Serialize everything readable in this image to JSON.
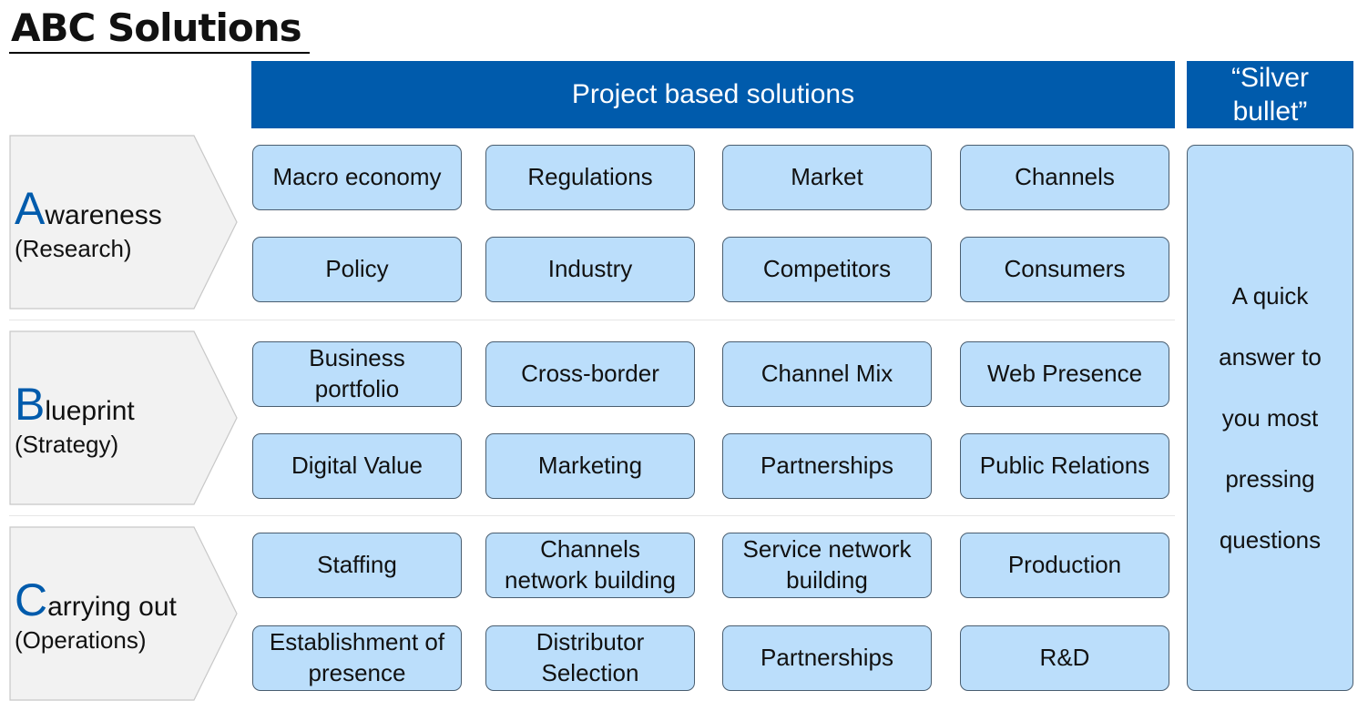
{
  "title": "ABC Solutions",
  "banner": {
    "project": "Project based solutions",
    "silver": "“Silver\nbullet”"
  },
  "stages": [
    {
      "letter": "A",
      "rest": "wareness",
      "sub": "(Research)"
    },
    {
      "letter": "B",
      "rest": "lueprint",
      "sub": "(Strategy)"
    },
    {
      "letter": "C",
      "rest": "arrying out",
      "sub": "(Operations)"
    }
  ],
  "grid": [
    [
      "Macro economy",
      "Regulations",
      "Market",
      "Channels"
    ],
    [
      "Policy",
      "Industry",
      "Competitors",
      "Consumers"
    ],
    [
      "Business\nportfolio",
      "Cross-border",
      "Channel Mix",
      "Web Presence"
    ],
    [
      "Digital Value",
      "Marketing",
      "Partnerships",
      "Public Relations"
    ],
    [
      "Staffing",
      "Channels\nnetwork building",
      "Service network\nbuilding",
      "Production"
    ],
    [
      "Establishment of\npresence",
      "Distributor\nSelection",
      "Partnerships",
      "R&D"
    ]
  ],
  "silver_answer": "A quick\nanswer to\nyou most\npressing\nquestions",
  "colors": {
    "accent": "#005BAC",
    "box_fill": "#BBDEFB",
    "arrow_fill": "#F2F2F2"
  }
}
